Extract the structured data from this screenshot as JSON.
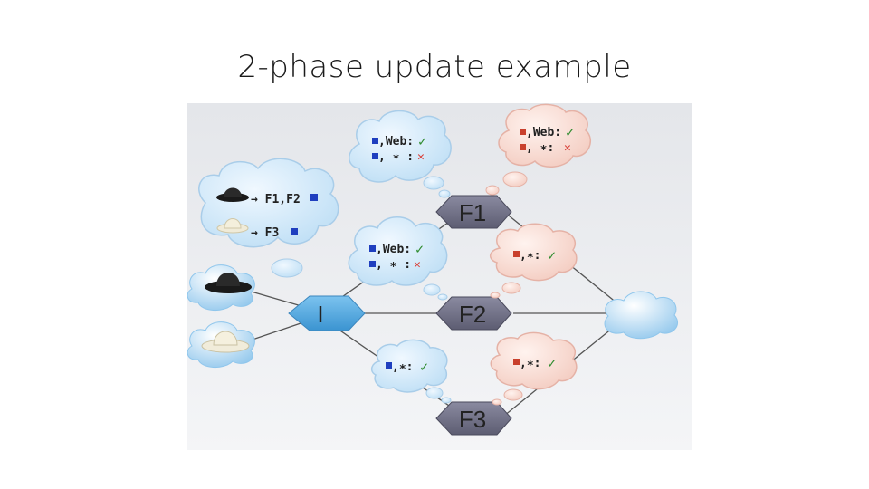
{
  "title": "2-phase update example",
  "colors": {
    "blue_cloud": "#d6ecfb",
    "blue_cloud_edge": "#a9cde9",
    "red_cloud": "#f8ddd6",
    "red_cloud_edge": "#e5b2a6",
    "node_switch": "#4fa7df",
    "node_firewall": "#6e6e86",
    "blue_tag": "#1f3fbf",
    "red_tag": "#c9402d",
    "check": "#2e8b2e",
    "cross": "#d9413a"
  },
  "nodes": {
    "ingress": "I",
    "f1": "F1",
    "f2": "F2",
    "f3": "F3"
  },
  "legend": {
    "black_hat_rule": "→ F1,F2",
    "white_hat_rule": "→ F3"
  },
  "thoughts": {
    "f1_blue_line1": ",Web:",
    "f1_blue_line2": ", ∗ :",
    "f1_red_line1": ",Web:",
    "f1_red_line2": ", ∗:",
    "f2_blue_line1": ",Web:",
    "f2_blue_line2": ", ∗ :",
    "f2_red_line1": ",∗:",
    "f3_blue_line1": ",∗:",
    "f3_red_line1": ",∗:"
  },
  "icons": [
    "black-hat-icon",
    "white-hat-icon",
    "cloud-icon",
    "check-icon",
    "cross-icon",
    "tag-square-icon"
  ]
}
